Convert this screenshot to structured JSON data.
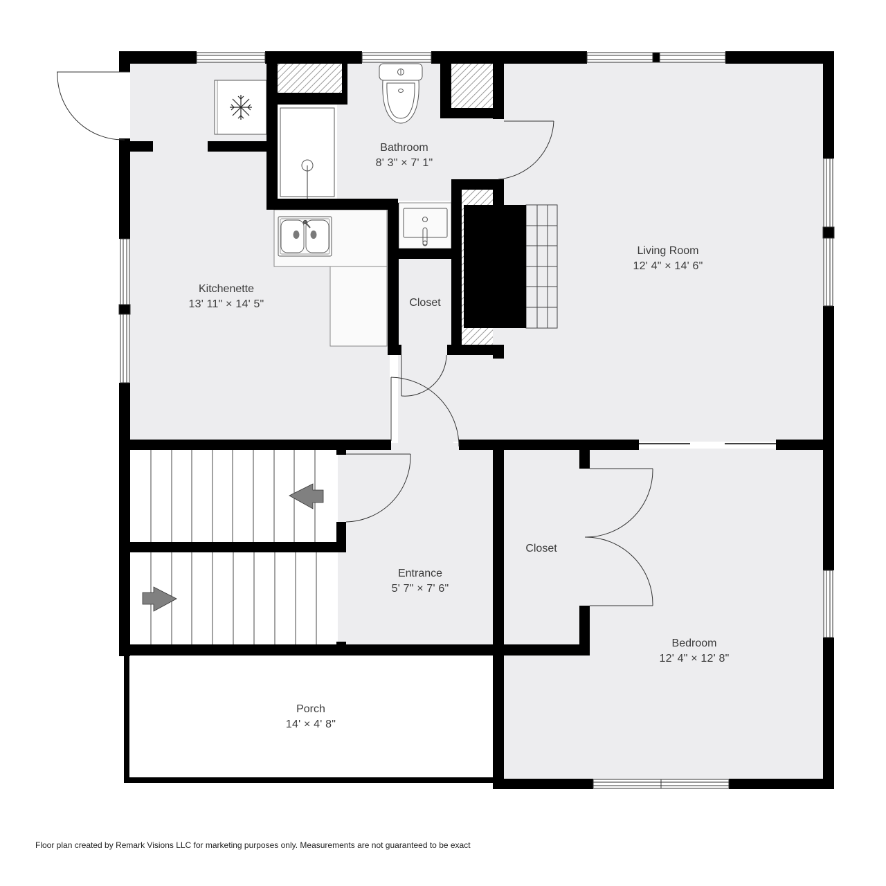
{
  "floorplan": {
    "colors": {
      "wall": "#000000",
      "floor": "#ededef",
      "fixture_fill": "#ffffff",
      "arrow_fill": "#808080",
      "hatch": "#9a9a9a",
      "label_text": "#3a3a3a",
      "background": "#ffffff"
    },
    "rooms": [
      {
        "id": "kitchenette",
        "name": "Kitchenette",
        "dimensions": "13' 11\" × 14' 5\""
      },
      {
        "id": "bathroom",
        "name": "Bathroom",
        "dimensions": "8' 3\" × 7' 1\""
      },
      {
        "id": "living-room",
        "name": "Living Room",
        "dimensions": "12' 4\" × 14' 6\""
      },
      {
        "id": "hall-closet",
        "name": "Closet",
        "dimensions": ""
      },
      {
        "id": "entrance",
        "name": "Entrance",
        "dimensions": "5' 7\" × 7' 6\""
      },
      {
        "id": "bedroom-closet",
        "name": "Closet",
        "dimensions": ""
      },
      {
        "id": "bedroom",
        "name": "Bedroom",
        "dimensions": "12' 4\" × 12' 8\""
      },
      {
        "id": "porch",
        "name": "Porch",
        "dimensions": "14' × 4' 8\""
      }
    ],
    "fixtures": [
      {
        "type": "refrigerator",
        "icon": "snowflake-icon",
        "room": "kitchenette"
      },
      {
        "type": "double-sink",
        "icon": "sink-icon",
        "room": "kitchenette"
      },
      {
        "type": "counter",
        "icon": "counter-icon",
        "room": "kitchenette"
      },
      {
        "type": "shower",
        "icon": "shower-icon",
        "room": "bathroom"
      },
      {
        "type": "toilet",
        "icon": "toilet-icon",
        "room": "bathroom"
      },
      {
        "type": "vanity-sink",
        "icon": "sink-icon",
        "room": "bathroom"
      },
      {
        "type": "fireplace",
        "icon": "flame-icon",
        "room": "living-room"
      },
      {
        "type": "stairs-up",
        "icon": "arrow-left-icon",
        "room": "entrance"
      },
      {
        "type": "stairs-down",
        "icon": "arrow-right-icon",
        "room": "entrance"
      }
    ],
    "footer": "Floor plan created by Remark Visions LLC for marketing purposes only. Measurements are not guaranteed to be exact"
  }
}
